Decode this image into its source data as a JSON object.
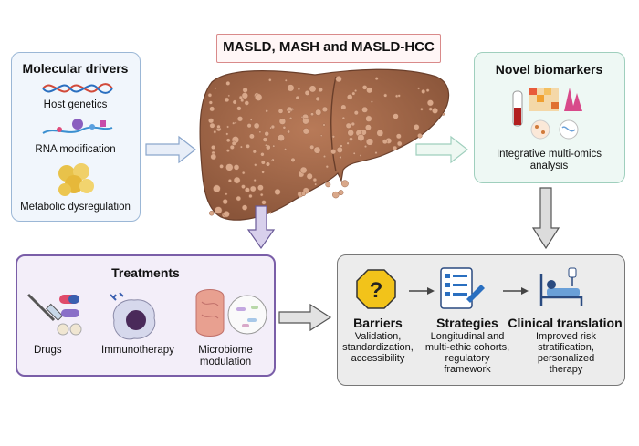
{
  "title": "MASLD, MASH and MASLD-HCC",
  "molecular": {
    "heading": "Molecular drivers",
    "items": [
      "Host genetics",
      "RNA modification",
      "Metabolic dysregulation"
    ]
  },
  "biomarkers": {
    "heading": "Novel biomarkers",
    "caption_line1": "Integrative multi-omics",
    "caption_line2": "analysis"
  },
  "treatments": {
    "heading": "Treatments",
    "drugs": "Drugs",
    "immuno": "Immunotherapy",
    "micro_line1": "Microbiome",
    "micro_line2": "modulation"
  },
  "clinical": {
    "barriers": {
      "heading": "Barriers",
      "lines": [
        "Validation,",
        "standardization,",
        "accessibility"
      ]
    },
    "strategies": {
      "heading": "Strategies",
      "lines": [
        "Longitudinal and",
        "multi-ethic cohorts,",
        "regulatory",
        "framework"
      ]
    },
    "translation": {
      "heading": "Clinical translation",
      "lines": [
        "Improved risk",
        "stratification,",
        "personalized",
        "therapy"
      ]
    }
  },
  "colors": {
    "liver": "#a0694a",
    "mol_border": "#9bb7d6",
    "bio_border": "#9fcfbd",
    "treat_border": "#7a5ea8",
    "clin_border": "#777777",
    "barrier_sign": "#f2c31a"
  }
}
